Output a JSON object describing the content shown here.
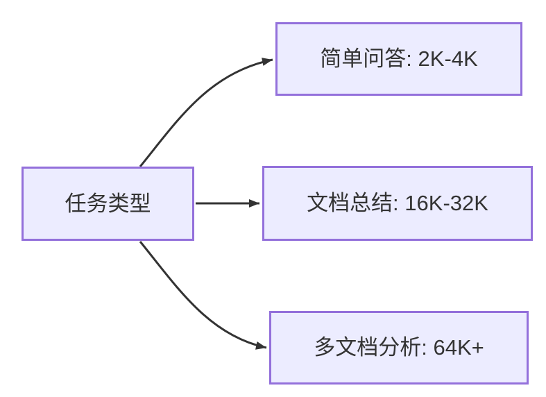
{
  "diagram": {
    "title": "task-type-context-length-flowchart",
    "root": {
      "label": "任务类型"
    },
    "branches": [
      {
        "id": "simple-qa",
        "label": "简单问答: 2K-4K"
      },
      {
        "id": "doc-summary",
        "label": "文档总结: 16K-32K"
      },
      {
        "id": "multi-doc-analysis",
        "label": "多文档分析: 64K+"
      }
    ],
    "edges": [
      {
        "from": "任务类型",
        "to": "简单问答: 2K-4K"
      },
      {
        "from": "任务类型",
        "to": "文档总结: 16K-32K"
      },
      {
        "from": "任务类型",
        "to": "多文档分析: 64K+"
      }
    ],
    "colors": {
      "node_fill": "#ECECFF",
      "node_border": "#9370DB",
      "edge": "#333333",
      "text": "#333333"
    }
  }
}
